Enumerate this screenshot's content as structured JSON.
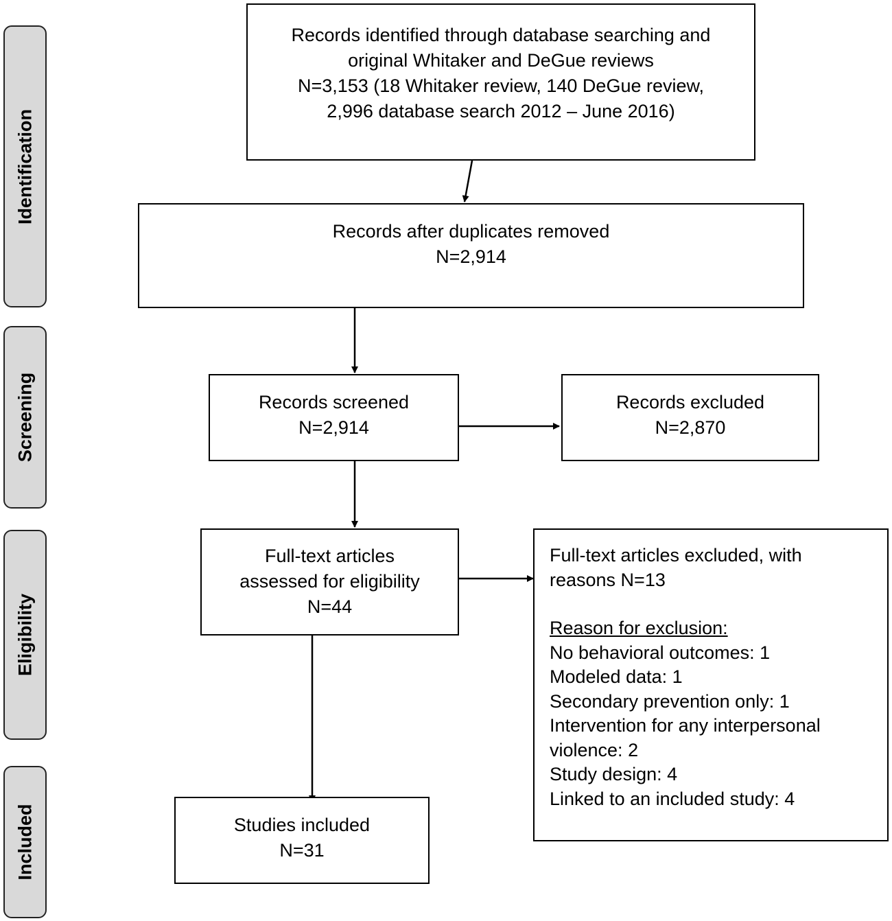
{
  "phases": {
    "identification": "Identification",
    "screening": "Screening",
    "eligibility": "Eligibility",
    "included": "Included"
  },
  "boxes": {
    "identified": {
      "line1": "Records identified through database searching and",
      "line2": "original Whitaker and DeGue reviews",
      "line3": "N=3,153 (18 Whitaker review, 140 DeGue review,",
      "line4": "2,996 database search 2012 – June 2016)"
    },
    "deduplicated": {
      "line1": "Records after duplicates removed",
      "line2": "N=2,914"
    },
    "screened": {
      "line1": "Records screened",
      "line2": "N=2,914"
    },
    "excluded": {
      "line1": "Records excluded",
      "line2": "N=2,870"
    },
    "fulltext": {
      "line1": "Full-text articles",
      "line2": "assessed for eligibility",
      "line3": "N=44"
    },
    "fulltext_excluded": {
      "line1": "Full-text articles excluded, with",
      "line2": "reasons N=13",
      "reason_heading": "Reason for exclusion:",
      "reasons": [
        "No behavioral outcomes: 1",
        "Modeled data: 1",
        "Secondary prevention only: 1",
        "Intervention for any interpersonal",
        "violence: 2",
        "Study design: 4",
        "Linked to an included study: 4"
      ]
    },
    "included": {
      "line1": "Studies included",
      "line2": "N=31"
    }
  }
}
